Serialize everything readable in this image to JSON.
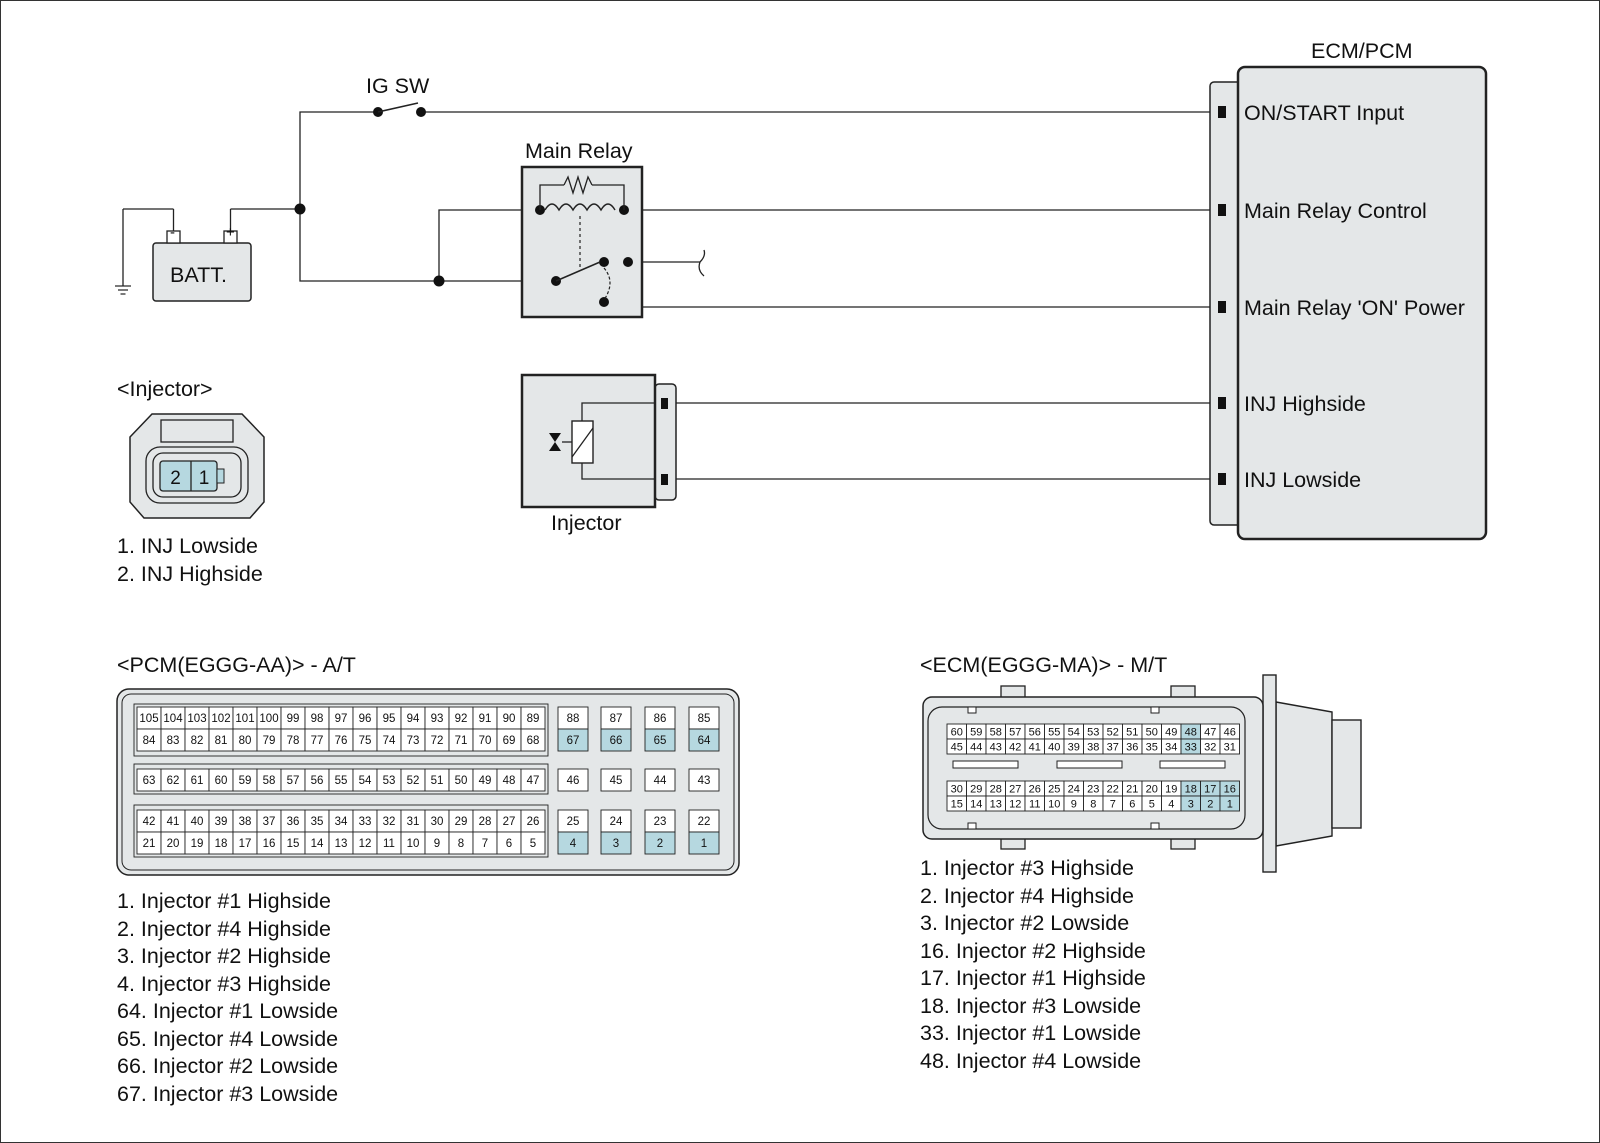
{
  "colors": {
    "line": "#222222",
    "body": "#e4e7e8",
    "cell": "#ffffff",
    "highlight": "#b6d8e0"
  },
  "labels": {
    "ig_sw": "IG SW",
    "main_relay": "Main Relay",
    "batt": "BATT.",
    "batt_minus": "-",
    "batt_plus": "+",
    "ecm_pcm": "ECM/PCM",
    "injector_component": "Injector",
    "injector_connector_title": "<Injector>",
    "pcm_title": "<PCM(EGGG-AA)> - A/T",
    "ecm_title": "<ECM(EGGG-MA)> - M/T"
  },
  "ecm_pins": [
    "ON/START Input",
    "Main Relay Control",
    "Main Relay 'ON' Power",
    "INJ Highside",
    "INJ Lowside"
  ],
  "injector_connector": {
    "cells": [
      "2",
      "1"
    ],
    "legend": [
      "1. INJ Lowside",
      "2. INJ Highside"
    ]
  },
  "pcm_connector": {
    "block1": {
      "row1": [
        "105",
        "104",
        "103",
        "102",
        "101",
        "100",
        "99",
        "98",
        "97",
        "96",
        "95",
        "94",
        "93",
        "92",
        "91",
        "90",
        "89"
      ],
      "row2": [
        "84",
        "83",
        "82",
        "81",
        "80",
        "79",
        "78",
        "77",
        "76",
        "75",
        "74",
        "73",
        "72",
        "71",
        "70",
        "69",
        "68"
      ]
    },
    "block1_right": {
      "row1": [
        "88",
        "87",
        "86",
        "85"
      ],
      "row2": [
        "67",
        "66",
        "65",
        "64"
      ]
    },
    "block2": [
      "63",
      "62",
      "61",
      "60",
      "59",
      "58",
      "57",
      "56",
      "55",
      "54",
      "53",
      "52",
      "51",
      "50",
      "49",
      "48",
      "47"
    ],
    "block2_right": [
      "46",
      "45",
      "44",
      "43"
    ],
    "block3": {
      "row1": [
        "42",
        "41",
        "40",
        "39",
        "38",
        "37",
        "36",
        "35",
        "34",
        "33",
        "32",
        "31",
        "30",
        "29",
        "28",
        "27",
        "26"
      ],
      "row2": [
        "21",
        "20",
        "19",
        "18",
        "17",
        "16",
        "15",
        "14",
        "13",
        "12",
        "11",
        "10",
        "9",
        "8",
        "7",
        "6",
        "5"
      ]
    },
    "block3_right": {
      "row1": [
        "25",
        "24",
        "23",
        "22"
      ],
      "row2": [
        "4",
        "3",
        "2",
        "1"
      ]
    },
    "highlighted": [
      "67",
      "66",
      "65",
      "64",
      "4",
      "3",
      "2",
      "1"
    ],
    "legend": [
      "1. Injector #1 Highside",
      "2. Injector #4 Highside",
      "3. Injector #2 Highside",
      "4. Injector #3 Highside",
      "64. Injector #1 Lowside",
      "65. Injector #4 Lowside",
      "66. Injector #2 Lowside",
      "67. Injector #3 Lowside"
    ]
  },
  "ecm_connector": {
    "upper": {
      "row1": [
        "60",
        "59",
        "58",
        "57",
        "56",
        "55",
        "54",
        "53",
        "52",
        "51",
        "50",
        "49",
        "48",
        "47",
        "46"
      ],
      "row2": [
        "45",
        "44",
        "43",
        "42",
        "41",
        "40",
        "39",
        "38",
        "37",
        "36",
        "35",
        "34",
        "33",
        "32",
        "31"
      ]
    },
    "lower": {
      "row1": [
        "30",
        "29",
        "28",
        "27",
        "26",
        "25",
        "24",
        "23",
        "22",
        "21",
        "20",
        "19",
        "18",
        "17",
        "16"
      ],
      "row2": [
        "15",
        "14",
        "13",
        "12",
        "11",
        "10",
        "9",
        "8",
        "7",
        "6",
        "5",
        "4",
        "3",
        "2",
        "1"
      ]
    },
    "highlighted": [
      "48",
      "33",
      "18",
      "17",
      "16",
      "3",
      "2",
      "1"
    ],
    "legend": [
      "1. Injector #3 Highside",
      "2. Injector #4 Highside",
      "3. Injector #2 Lowside",
      "16. Injector #2 Highside",
      "17. Injector #1 Highside",
      "18. Injector #3 Lowside",
      "33. Injector #1 Lowside",
      "48. Injector #4 Lowside"
    ]
  }
}
